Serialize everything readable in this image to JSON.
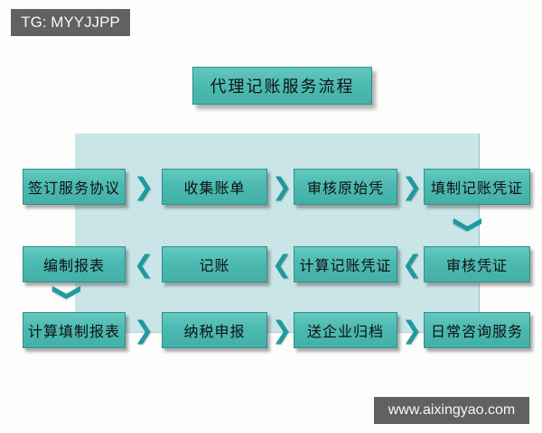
{
  "watermarks": {
    "telegram": "TG: MYYJJPP",
    "website": "www.aixingyao.com"
  },
  "title": "代理记账服务流程",
  "flow": {
    "rows": [
      {
        "direction": "right",
        "nodes": [
          "签订服务协议",
          "收集账单",
          "审核原始凭",
          "填制记账凭证"
        ]
      },
      {
        "direction": "left",
        "nodes": [
          "编制报表",
          "记账",
          "计算记账凭证",
          "审核凭证"
        ]
      },
      {
        "direction": "right",
        "nodes": [
          "计算填制报表",
          "纳税申报",
          "送企业归档",
          "日常咨询服务"
        ]
      }
    ]
  },
  "icons": {
    "arrow_right": "❯",
    "arrow_left": "❮",
    "arrow_down": "❯"
  },
  "colors": {
    "node_fill": "#4cbab1",
    "node_border": "#2e8f88",
    "panel_fill": "#c6e4e6",
    "arrow": "#1e9aa0",
    "badge_bg": "#616161",
    "badge_text": "#f7f7f7",
    "text": "#101010",
    "page_bg": "#fdfdfc"
  }
}
